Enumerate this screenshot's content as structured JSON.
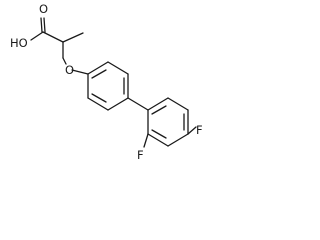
{
  "atoms": {
    "hydroxyl": "HO",
    "oxo": "O",
    "ether_oxygen": "O",
    "fluorine_ortho": "F",
    "fluorine_para": "F"
  }
}
